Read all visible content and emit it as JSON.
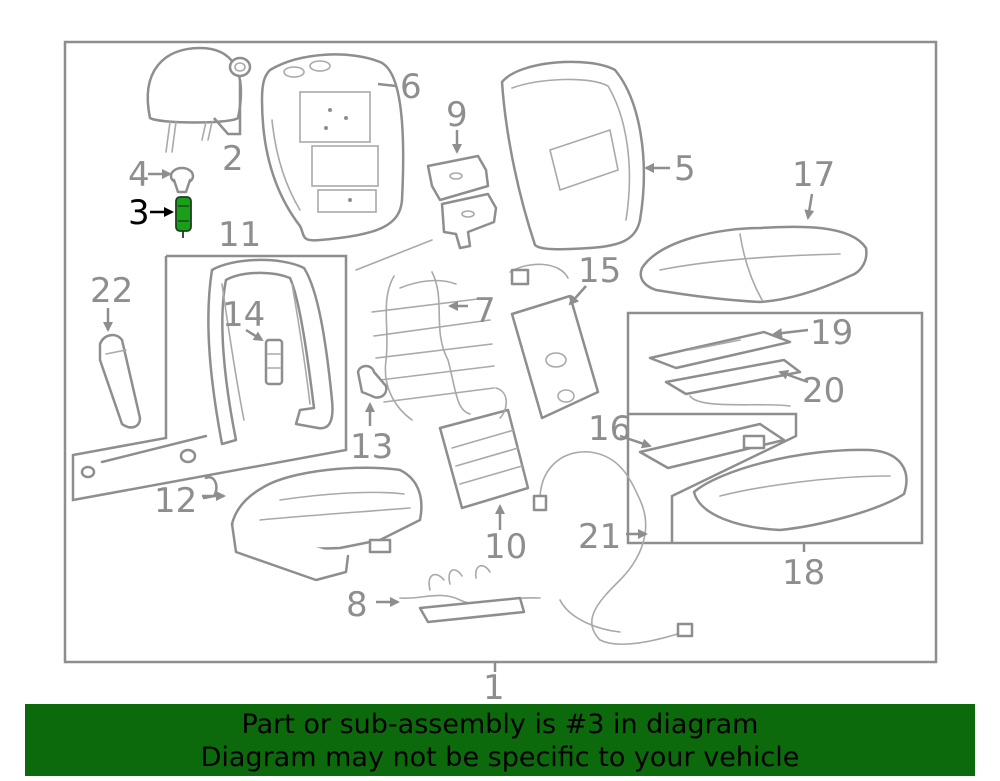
{
  "diagram": {
    "highlighted_part": "3",
    "highlight_color": "#18a018",
    "callouts": [
      "1",
      "2",
      "3",
      "4",
      "5",
      "6",
      "7",
      "8",
      "9",
      "10",
      "11",
      "12",
      "13",
      "14",
      "15",
      "16",
      "17",
      "18",
      "19",
      "20",
      "21",
      "22"
    ]
  },
  "banner": {
    "line1": "Part or sub-assembly is #3 in diagram",
    "line2": "Diagram may not be specific to your vehicle",
    "background": "#0c6a0c"
  }
}
